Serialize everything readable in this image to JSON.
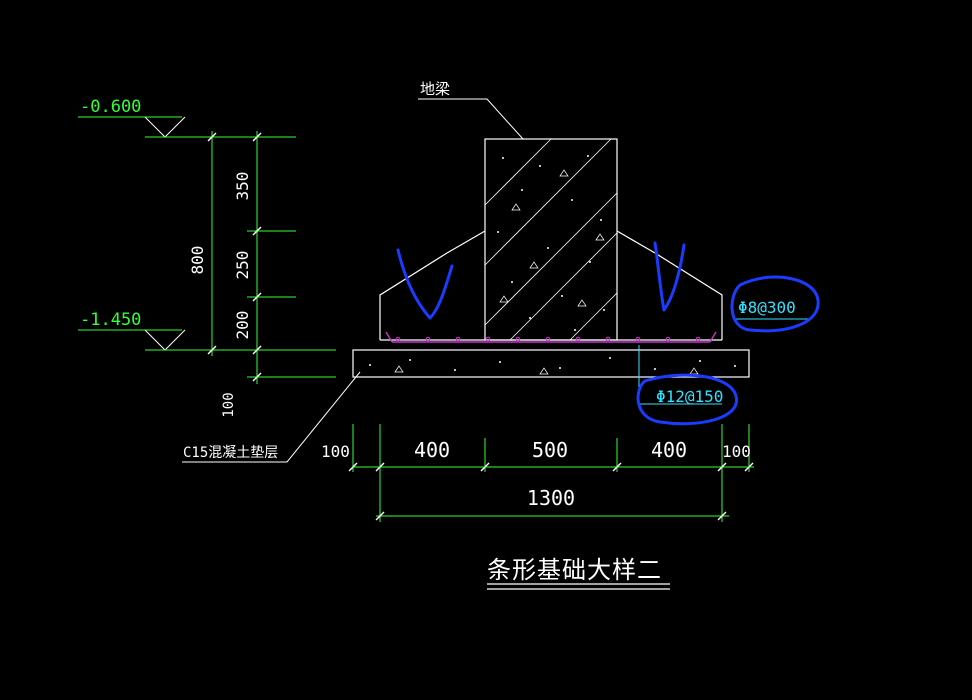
{
  "colors": {
    "background": "#000000",
    "outline": "#ffffff",
    "dimension": "#33ff33",
    "rebar": "#cc33cc",
    "cyan_text": "#33e0ff",
    "annotation": "#1a3cff"
  },
  "labels": {
    "ground_beam": "地梁",
    "cushion": "C15混凝土垫层",
    "title": "条形基础大样二"
  },
  "elevations": {
    "top": "-0.600",
    "bottom": "-1.450"
  },
  "rebar": {
    "distribution": "Φ8@300",
    "main": "Φ12@150"
  },
  "dimensions": {
    "vertical_total": "800",
    "vertical_segments": [
      "350",
      "250",
      "200"
    ],
    "cushion_thickness": "100",
    "horizontal_segments": [
      "100",
      "400",
      "500",
      "400",
      "100"
    ],
    "horizontal_total": "1300"
  }
}
